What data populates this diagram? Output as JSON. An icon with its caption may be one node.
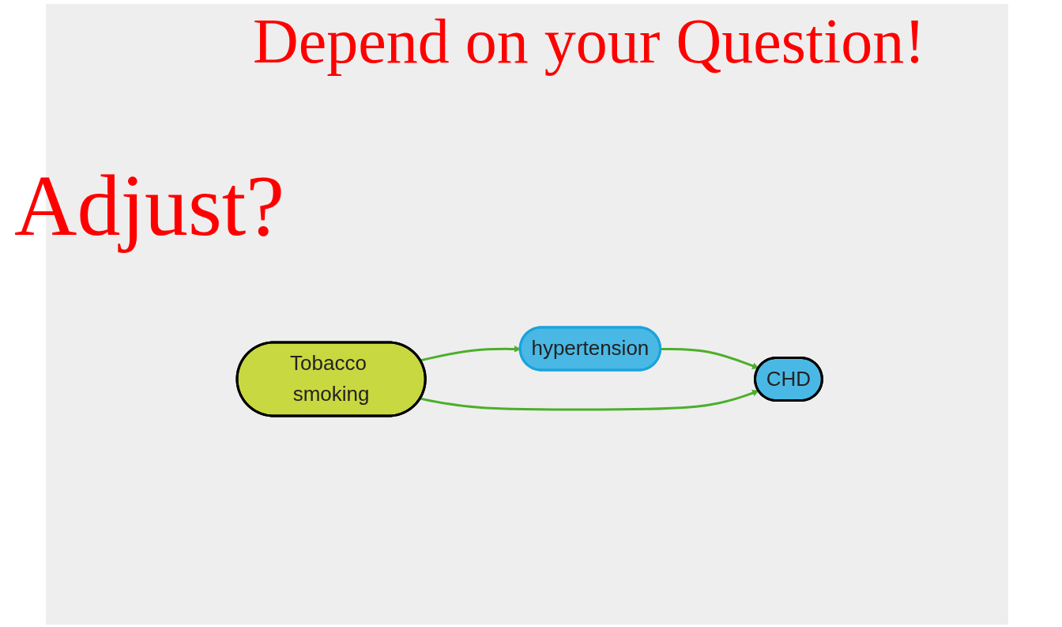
{
  "diagram": {
    "nodes": [
      {
        "text": [
          "hypertension"
        ]
      },
      {
        "text": [
          "Tobacco smoking"
        ]
      },
      {
        "text": [
          "CHD"
        ]
      }
    ],
    "edges": [
      {
        "from": 1,
        "to": 0,
        "arrow": "to"
      },
      {
        "from": 0,
        "to": 2,
        "arrow": "to"
      },
      {
        "from": 1,
        "to": 2,
        "arrow": "to"
      }
    ],
    "labels": [
      "Depend on your Question!",
      "Adjust?"
    ]
  }
}
